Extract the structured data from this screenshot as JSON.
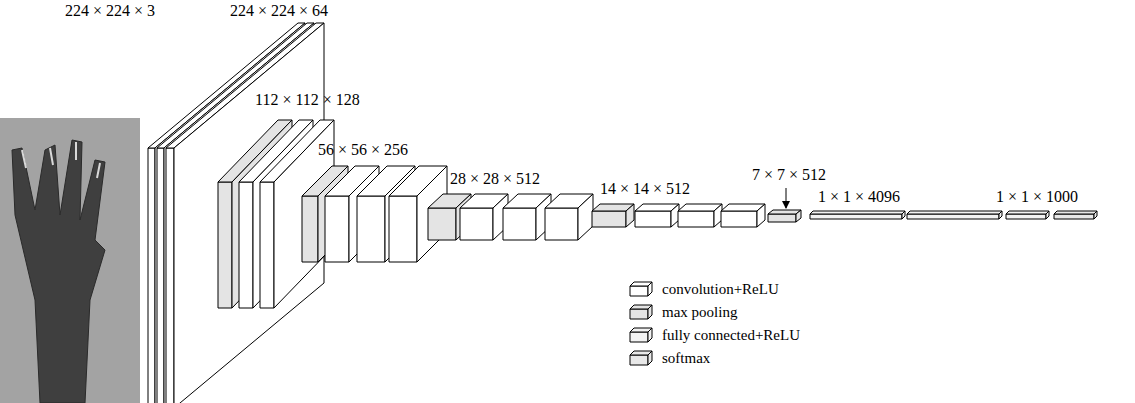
{
  "diagram": {
    "labels": [
      "224 × 224 × 3",
      "224 × 224 × 64",
      "112 × 112 × 128",
      "56 × 56 × 256",
      "28 × 28 × 512",
      "14 × 14 × 512",
      "7 × 7 × 512",
      "1 × 1 × 4096",
      "1 × 1 × 1000"
    ],
    "legend": [
      {
        "text": "convolution+ReLU"
      },
      {
        "text": "max pooling"
      },
      {
        "text": "fully connected+ReLU"
      },
      {
        "text": "softmax"
      }
    ]
  }
}
